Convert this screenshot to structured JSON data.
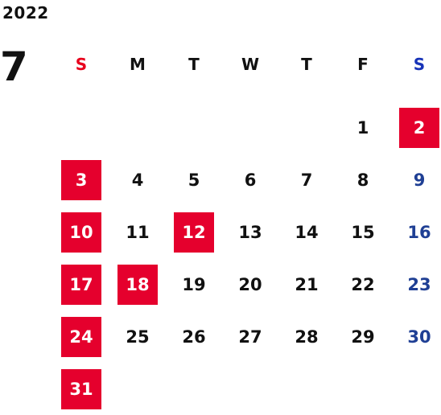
{
  "calendar": {
    "year": "2022",
    "month": "7",
    "weekdays": [
      {
        "label": "S",
        "color": "#e8001c"
      },
      {
        "label": "M",
        "color": "#111111"
      },
      {
        "label": "T",
        "color": "#111111"
      },
      {
        "label": "W",
        "color": "#111111"
      },
      {
        "label": "T",
        "color": "#111111"
      },
      {
        "label": "F",
        "color": "#111111"
      },
      {
        "label": "S",
        "color": "#1733b8"
      }
    ],
    "first_weekday_index": 5,
    "days": [
      {
        "label": "1",
        "holiday": false
      },
      {
        "label": "2",
        "holiday": true
      },
      {
        "label": "3",
        "holiday": true
      },
      {
        "label": "4",
        "holiday": false
      },
      {
        "label": "5",
        "holiday": false
      },
      {
        "label": "6",
        "holiday": false
      },
      {
        "label": "7",
        "holiday": false
      },
      {
        "label": "8",
        "holiday": false
      },
      {
        "label": "9",
        "holiday": false
      },
      {
        "label": "10",
        "holiday": true
      },
      {
        "label": "11",
        "holiday": false
      },
      {
        "label": "12",
        "holiday": true
      },
      {
        "label": "13",
        "holiday": false
      },
      {
        "label": "14",
        "holiday": false
      },
      {
        "label": "15",
        "holiday": false
      },
      {
        "label": "16",
        "holiday": false
      },
      {
        "label": "17",
        "holiday": true
      },
      {
        "label": "18",
        "holiday": true
      },
      {
        "label": "19",
        "holiday": false
      },
      {
        "label": "20",
        "holiday": false
      },
      {
        "label": "21",
        "holiday": false
      },
      {
        "label": "22",
        "holiday": false
      },
      {
        "label": "23",
        "holiday": false
      },
      {
        "label": "24",
        "holiday": true
      },
      {
        "label": "25",
        "holiday": false
      },
      {
        "label": "26",
        "holiday": false
      },
      {
        "label": "27",
        "holiday": false
      },
      {
        "label": "28",
        "holiday": false
      },
      {
        "label": "29",
        "holiday": false
      },
      {
        "label": "30",
        "holiday": false
      },
      {
        "label": "31",
        "holiday": true
      }
    ],
    "colors": {
      "holiday_bg": "#e5002d",
      "holiday_text": "#ffffff",
      "saturday_text": "#1f3f94",
      "weekday_text": "#111111"
    }
  }
}
